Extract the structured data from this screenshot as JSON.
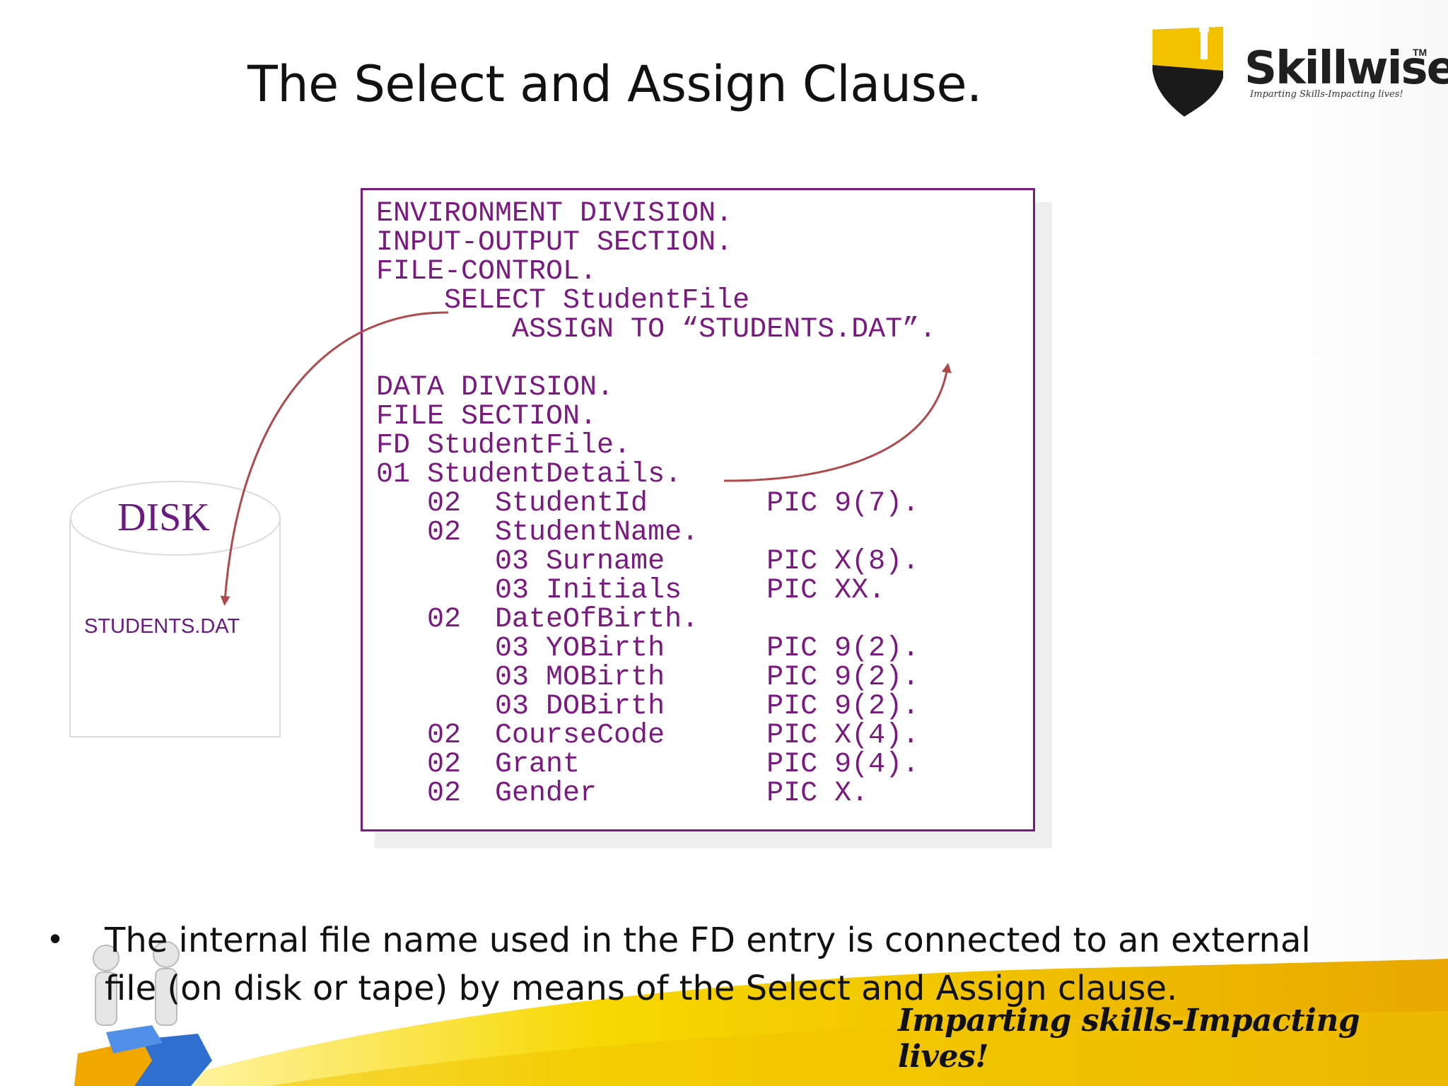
{
  "slide": {
    "title": "The Select and Assign Clause."
  },
  "logo": {
    "name": "Skillwise",
    "trademark": "TM",
    "tagline": "Imparting Skills-Impacting lives!"
  },
  "code": {
    "lines": [
      "ENVIRONMENT DIVISION.",
      "INPUT-OUTPUT SECTION.",
      "FILE-CONTROL.",
      "    SELECT StudentFile",
      "        ASSIGN TO “STUDENTS.DAT”.",
      "",
      "DATA DIVISION.",
      "FILE SECTION.",
      "FD StudentFile.",
      "01 StudentDetails.",
      "   02  StudentId       PIC 9(7).",
      "   02  StudentName.",
      "       03 Surname      PIC X(8).",
      "       03 Initials     PIC XX.",
      "   02  DateOfBirth.",
      "       03 YOBirth      PIC 9(2).",
      "       03 MOBirth      PIC 9(2).",
      "       03 DOBirth      PIC 9(2).",
      "   02  CourseCode      PIC X(4).",
      "   02  Grant           PIC 9(4).",
      "   02  Gender          PIC X."
    ]
  },
  "disk": {
    "label": "DISK",
    "file_name": "STUDENTS.DAT"
  },
  "bullet": {
    "text": "The internal file name used in the FD entry is connected to an external file (on disk or tape) by means of the Select and Assign clause."
  },
  "footer": {
    "tagline": "Imparting skills-Impacting lives!"
  },
  "colors": {
    "code": "#7a1a80",
    "arrow": "#b04a4a",
    "footer_yellow": "#f2c200"
  }
}
